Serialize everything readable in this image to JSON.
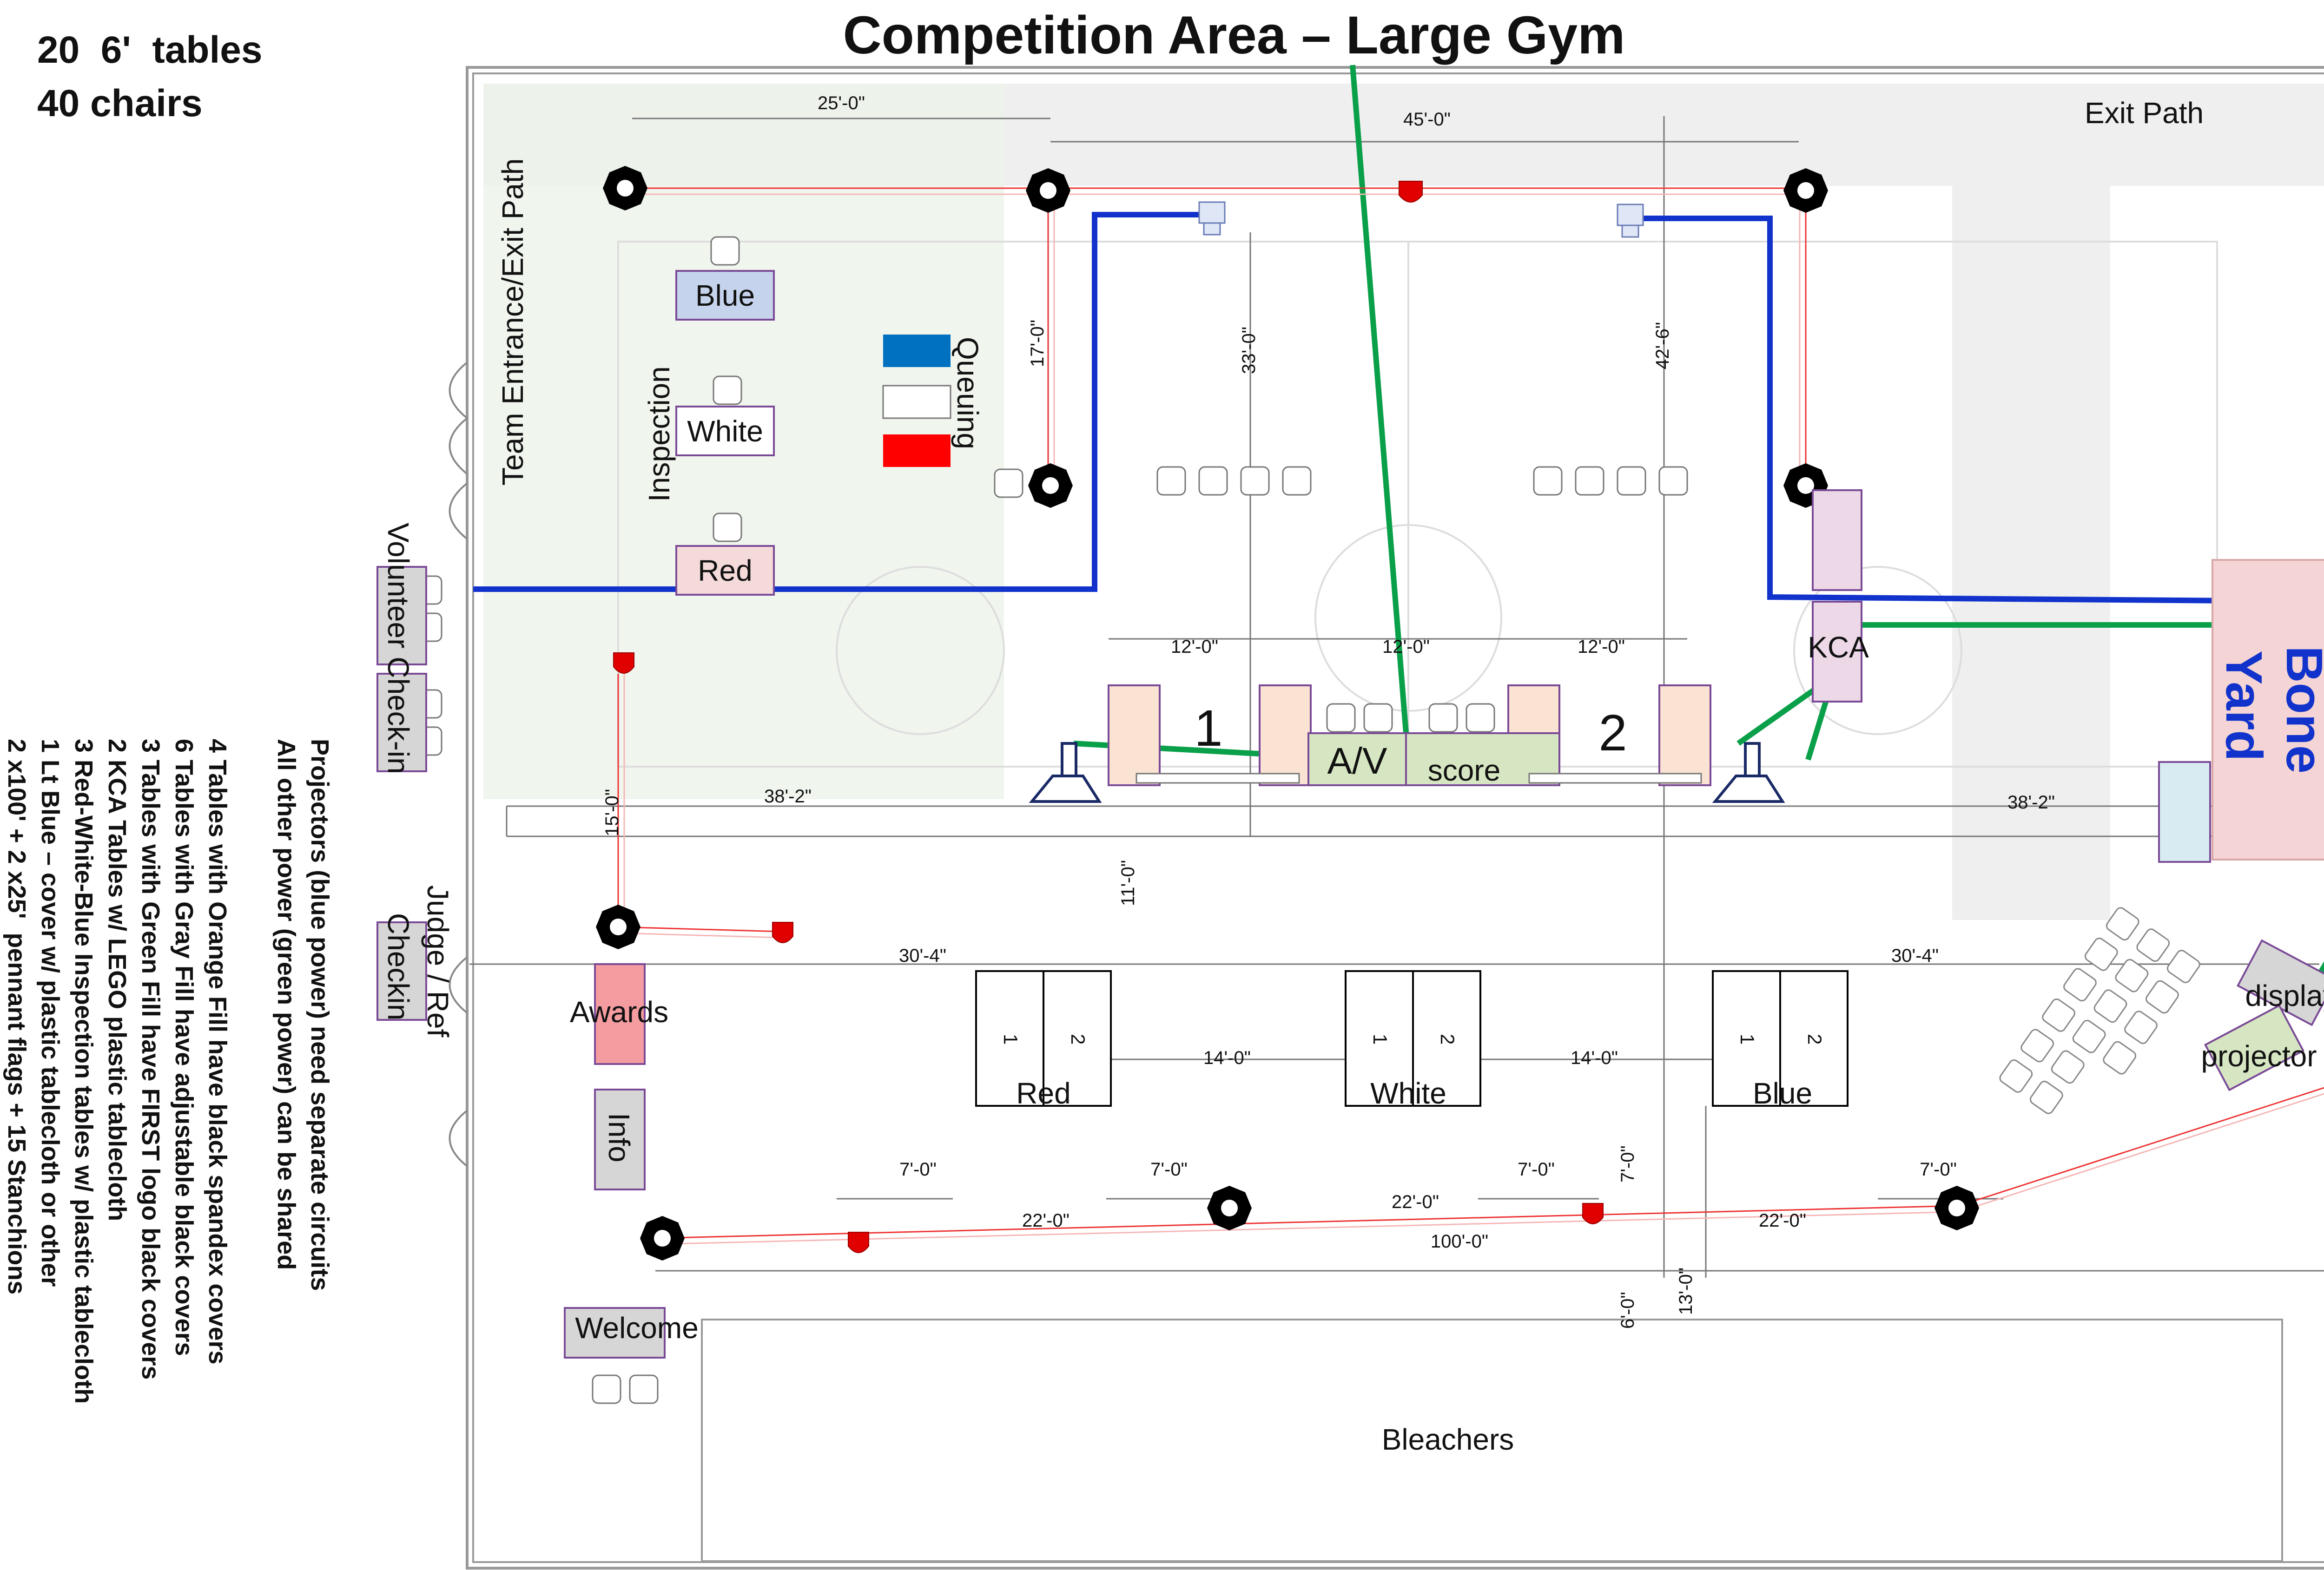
{
  "title": "Competition Area – Large Gym",
  "counts": {
    "line1": "20  6'  tables",
    "line2": "40 chairs"
  },
  "notes": [
    "Projectors (blue power) need separate circuits",
    "All other power (green power) can be shared",
    "4 Tables with Orange Fill  have black spandex covers",
    "6 Tables with Gray Fill have adjustable black covers",
    "3 Tables with Green Fill have FIRST logo black covers",
    "2 KCA Tables w/ LEGO plastic tablecloth",
    "3 Red-White-Blue Inspection tables w/ plastic tablecloth",
    "1 Lt Blue – cover w/ plastic tablecloth or other",
    "2 x100' + 2 x25'  pennant flags + 15 Stanchions"
  ],
  "areas": {
    "exit_path": "Exit Path",
    "team_entrance": "Team Entrance/Exit Path",
    "inspection": "Inspection",
    "queuing": "Queuing",
    "bone_yard_1": "Bone",
    "bone_yard_2": "Yard",
    "bleachers": "Bleachers",
    "volunteer": "Volunteer Check-in",
    "judge_ref": "Judge / Ref",
    "checkin": "Checkin"
  },
  "tables": {
    "blue": "Blue",
    "white": "White",
    "red": "Red",
    "awards": "Awards",
    "info": "Info",
    "welcome": "Welcome",
    "kca": "KCA",
    "av": "A/V",
    "score": "score",
    "display": "display",
    "projector": "projector",
    "field1": "1",
    "field2": "2",
    "pit_red": "Red",
    "pit_white": "White",
    "pit_blue": "Blue",
    "pit_num1": "1",
    "pit_num2": "2"
  },
  "queue_colors": {
    "blue": "#0070c0",
    "white": "#ffffff",
    "red": "#ff0000"
  },
  "dimensions": {
    "d25": "25'-0\"",
    "d45": "45'-0\"",
    "d17": "17'-0\"",
    "d33": "33'-0\"",
    "d42": "42'-6\"",
    "d12a": "12'-0\"",
    "d12b": "12'-0\"",
    "d12c": "12'-0\"",
    "d38a": "38'-2\"",
    "d38b": "38'-2\"",
    "d15": "15'-0\"",
    "d11": "11'-0\"",
    "d30a": "30'-4\"",
    "d30b": "30'-4\"",
    "d14a": "14'-0\"",
    "d14b": "14'-0\"",
    "d7a": "7'-0\"",
    "d7b": "7'-0\"",
    "d7c": "7'-0\"",
    "d7d": "7'-0\"",
    "d7v": "7'-0\"",
    "d22a": "22'-0\"",
    "d22b": "22'-0\"",
    "d22c": "22'-0\"",
    "d100": "100'-0\"",
    "d6": "6'-0\"",
    "d13": "13'-0\""
  },
  "colors": {
    "power_projector": "#1133cc",
    "power_shared": "#0aa04a",
    "orange_table": "#fbe3d3",
    "gray_table": "#d6d6d6",
    "green_table": "#d6e6c2",
    "awards": "#f49ca0",
    "bone_yard": "#f4d4d4"
  }
}
